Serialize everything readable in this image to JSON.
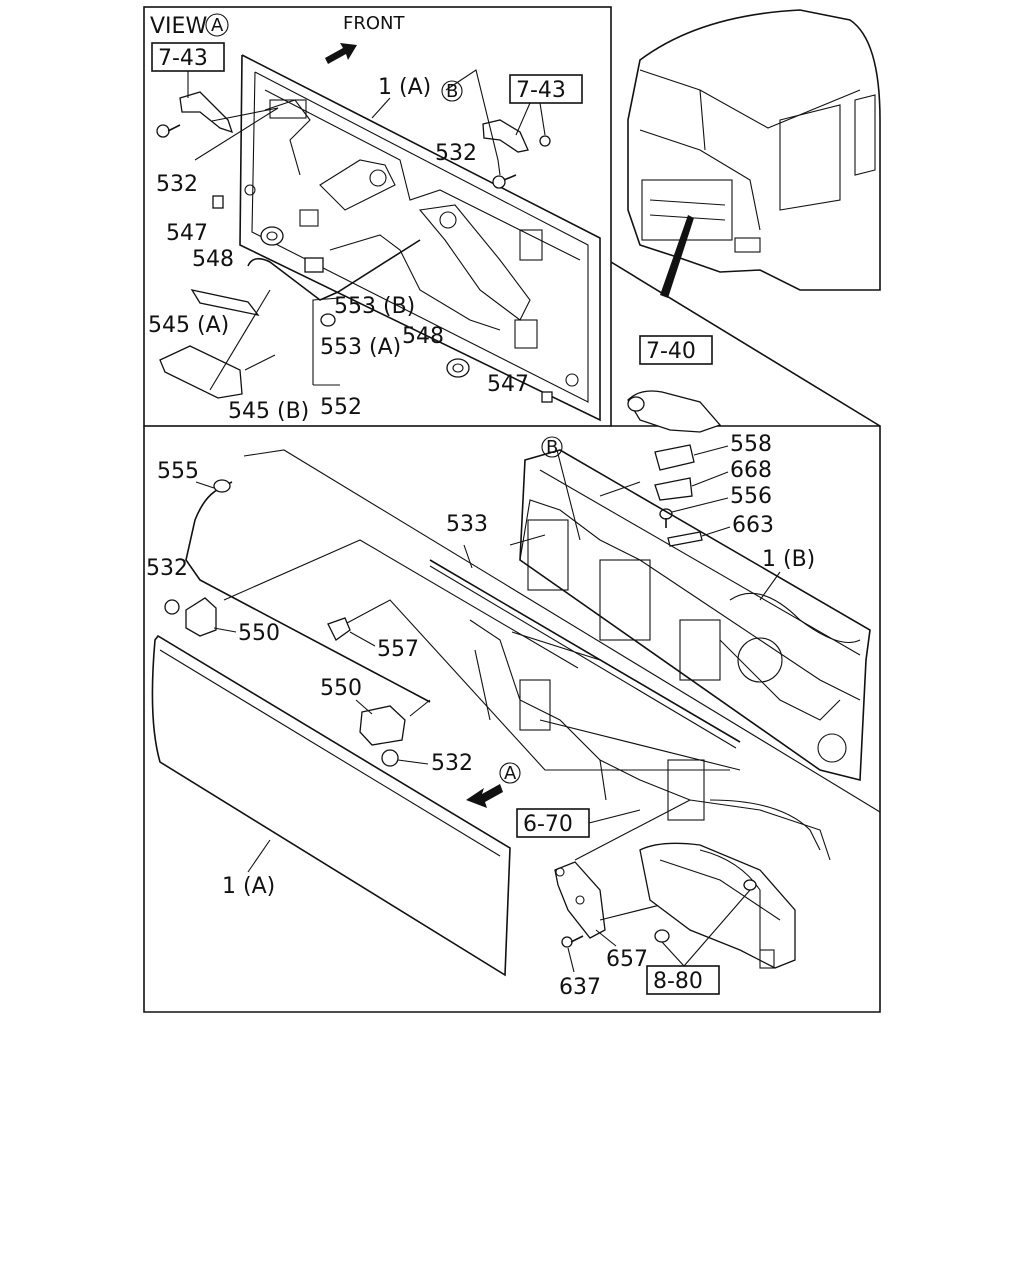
{
  "view_label": "VIEW",
  "view_ref": "A",
  "front_label": "FRONT",
  "ref_b": "B",
  "ref_a": "A",
  "boxes": {
    "ref_743_left": "7-43",
    "ref_743_right": "7-43",
    "ref_740": "7-40",
    "ref_670": "6-70",
    "ref_880": "8-80"
  },
  "labels": {
    "p1a_top": "1 (A)",
    "p532_top_left": "532",
    "p532_top_right": "532",
    "p547_left": "547",
    "p548_left": "548",
    "p553b": "553 (B)",
    "p545a": "545 (A)",
    "p553a": "553 (A)",
    "p548_right": "548",
    "p547_right": "547",
    "p545b": "545 (B)",
    "p552": "552",
    "p558": "558",
    "p668": "668",
    "p556": "556",
    "p663": "663",
    "p555": "555",
    "p533": "533",
    "p1b": "1 (B)",
    "p532_mid": "532",
    "p550_left": "550",
    "p557": "557",
    "p550_mid": "550",
    "p532_low": "532",
    "p1a_bottom": "1 (A)",
    "p657": "657",
    "p637": "637"
  }
}
